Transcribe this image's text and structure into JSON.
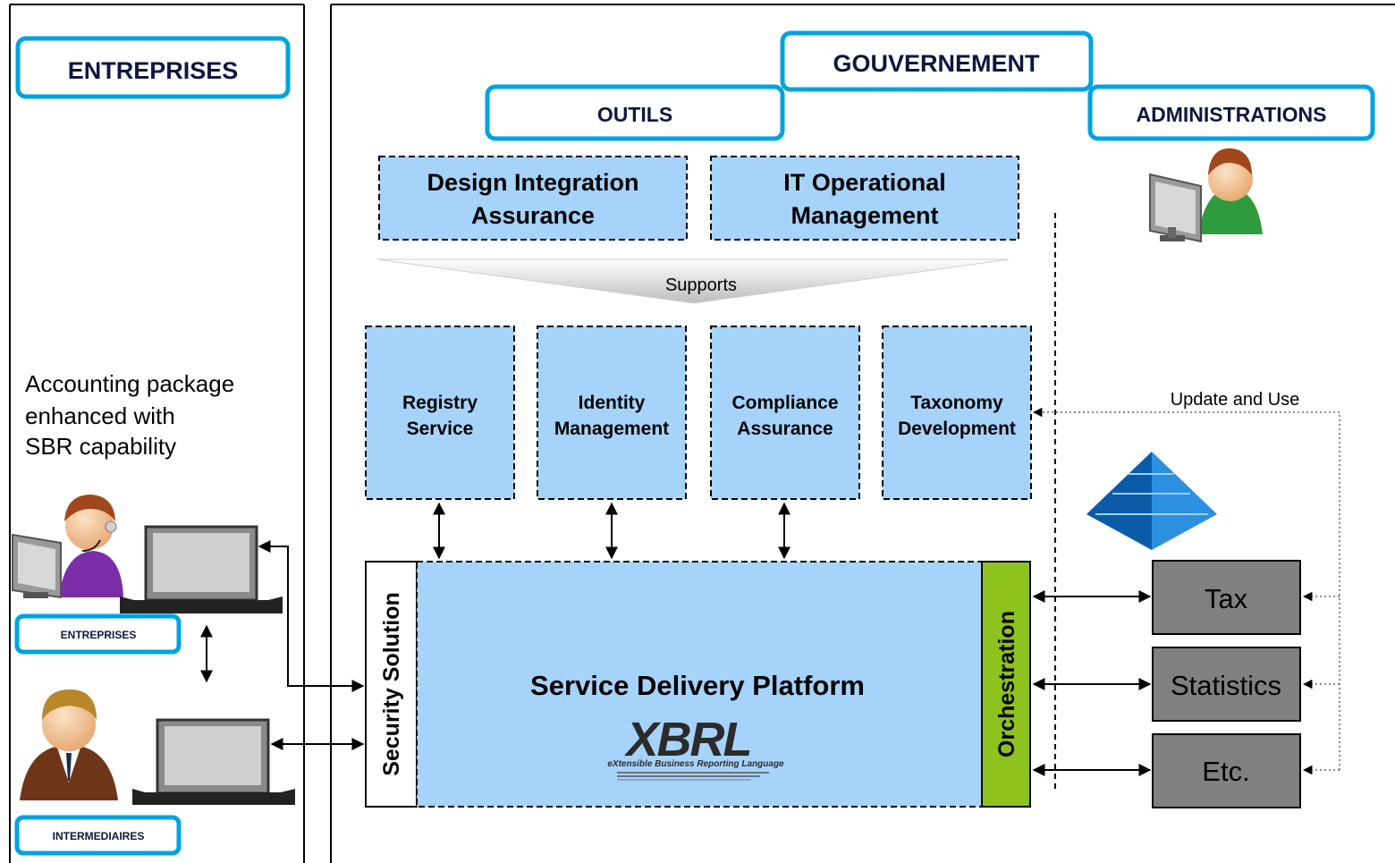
{
  "labels": {
    "entreprises_header": "ENTREPRISES",
    "gouvernement": "GOUVERNEMENT",
    "outils": "OUTILS",
    "administrations": "ADMINISTRATIONS",
    "entreprises_small": "ENTREPRISES",
    "intermediaires": "INTERMEDIAIRES"
  },
  "accounting_lines": [
    "Accounting package",
    "enhanced with",
    "SBR capability"
  ],
  "top_boxes": [
    {
      "lines": [
        "Design Integration",
        "Assurance"
      ]
    },
    {
      "lines": [
        "IT Operational",
        "Management"
      ]
    }
  ],
  "supports": "Supports",
  "services": [
    {
      "lines": [
        "Registry",
        "Service"
      ]
    },
    {
      "lines": [
        "Identity",
        "Management"
      ]
    },
    {
      "lines": [
        "Compliance",
        "Assurance"
      ]
    },
    {
      "lines": [
        "Taxonomy",
        "Development"
      ]
    }
  ],
  "security_solution": "Security Solution",
  "platform_title": "Service Delivery Platform",
  "orchestration": "Orchestration",
  "xbrl": {
    "logo": "XBRL",
    "tagline": "eXtensible Business Reporting Language"
  },
  "update_and_use": "Update and Use",
  "admin_boxes": [
    "Tax",
    "Statistics",
    "Etc."
  ],
  "colors": {
    "cyan_border": "#00A3E0",
    "light_blue": "#A6D3FA",
    "green": "#8DC21F",
    "gray_box": "#808080",
    "navy": "#10163F"
  }
}
